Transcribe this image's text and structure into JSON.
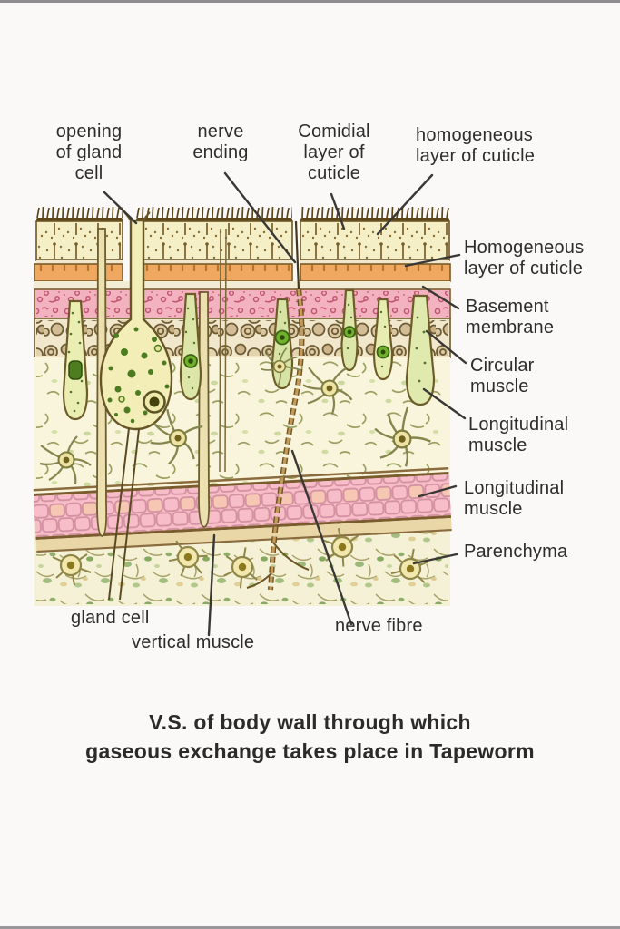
{
  "figure": {
    "caption": {
      "line1": "V.S. of body wall through which",
      "line2": "gaseous exchange takes place in Tapeworm"
    }
  },
  "labels": {
    "opening_of_gland_cell": "opening\nof gland\ncell",
    "nerve_ending": "nerve\nending",
    "comidial_layer_of_cuticle": "Comidial\nlayer of\ncuticle",
    "homogeneous_layer_of_cuticle_top": "homogeneous\nlayer of cuticle",
    "homogeneous_layer_of_cuticle_right": "Homogeneous\nlayer of cuticle",
    "basement_membrane": "Basement\nmembrane",
    "circular_muscle": "Circular\nmuscle",
    "longitudinal_muscle_1": "Longitudinal\nmuscle",
    "longitudinal_muscle_2": "Longitudinal\nmuscle",
    "parenchyma": "Parenchyma",
    "gland_cell": "gland cell",
    "vertical_muscle": "vertical muscle",
    "nerve_fibre": "nerve fibre"
  },
  "colors": {
    "page_background": "#fbf9f8",
    "label_text": "#2f2d2a",
    "leader_line": "#3a3834",
    "cuticle_cream": "#f5efc8",
    "cuticle_orange": "#f0a75f",
    "basement_pink": "#f2b2bf",
    "longitudinal_muscle_pink": "#f7bdc8",
    "circular_muscle_pebble": "#dac8a3",
    "tissue_cream": "#f9f5dc",
    "parenchyma_green": "#9cb878",
    "gland_cell_yellow": "#f3eeb8",
    "club_cell_green": "#d9e5a6",
    "nerve_fibre_brown": "#c59a58"
  }
}
